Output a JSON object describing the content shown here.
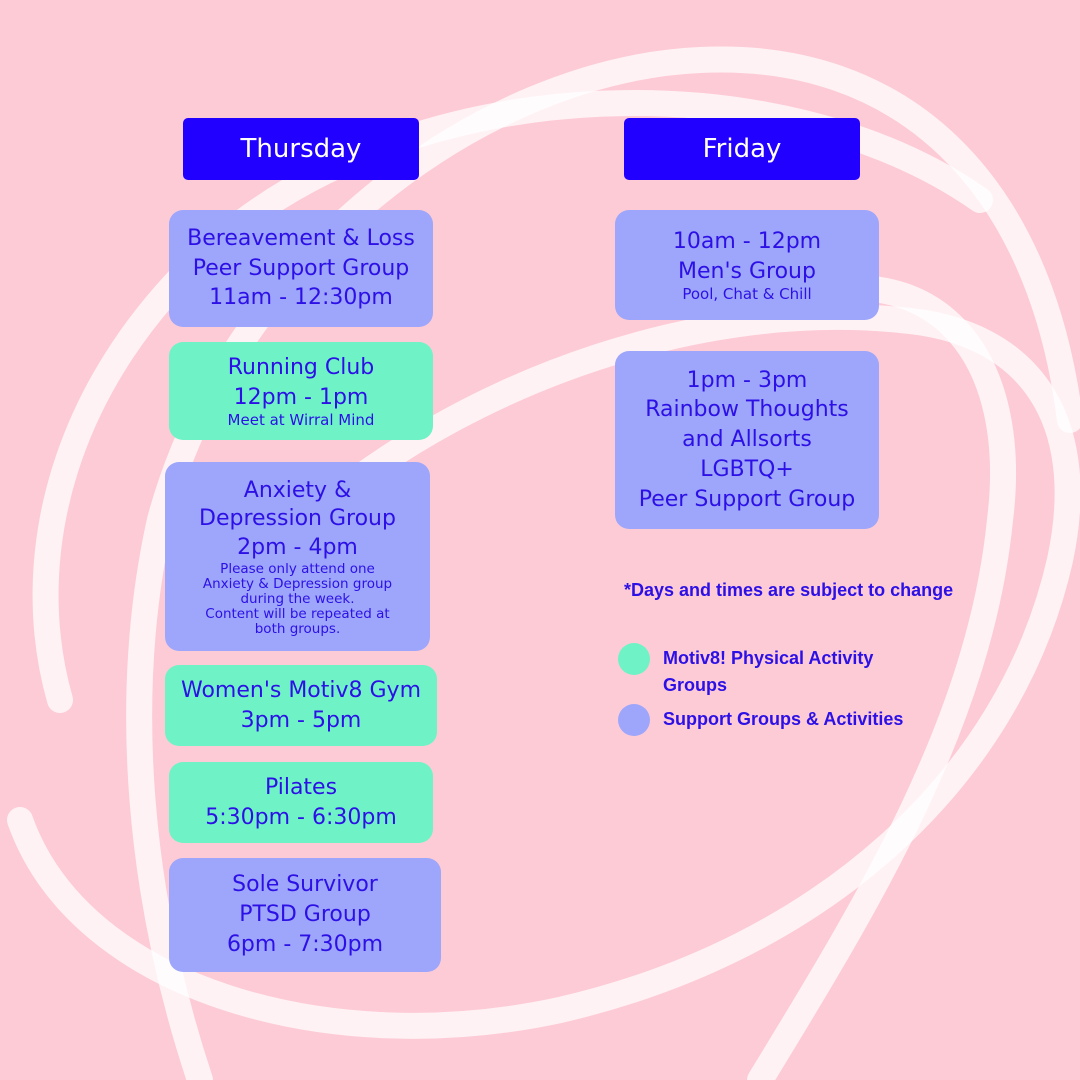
{
  "colors": {
    "background": "#fdcbd6",
    "header": "#2200ff",
    "support": "#9ea6fb",
    "physical": "#6ff3c6",
    "text": "#2c10e6"
  },
  "thursday": {
    "title": "Thursday",
    "cards": [
      {
        "lines": [
          "Bereavement & Loss",
          "Peer Support Group",
          "11am - 12:30pm"
        ]
      },
      {
        "lines": [
          "Running Club",
          "12pm - 1pm"
        ],
        "small": "Meet at Wirral Mind"
      },
      {
        "lines": [
          "Anxiety &",
          "Depression Group",
          "2pm - 4pm"
        ],
        "small": [
          "Please only attend one",
          "Anxiety & Depression group",
          "during the week.",
          "Content will be repeated at",
          "both groups."
        ]
      },
      {
        "lines": [
          "Women's Motiv8 Gym",
          "3pm - 5pm"
        ]
      },
      {
        "lines": [
          "Pilates",
          "5:30pm - 6:30pm"
        ]
      },
      {
        "lines": [
          "Sole Survivor",
          "PTSD Group",
          "6pm - 7:30pm"
        ]
      }
    ]
  },
  "friday": {
    "title": "Friday",
    "cards": [
      {
        "lines": [
          "10am - 12pm",
          "Men's Group"
        ],
        "small": "Pool, Chat & Chill"
      },
      {
        "lines": [
          "1pm - 3pm",
          "Rainbow Thoughts",
          "and Allsorts",
          "LGBTQ+",
          "Peer Support Group"
        ]
      }
    ]
  },
  "note": "*Days and times are subject to change",
  "legend": [
    {
      "lines": [
        "Motiv8! Physical Activity",
        "Groups"
      ],
      "color": "#6ff3c6"
    },
    {
      "lines": [
        "Support Groups & Activities"
      ],
      "color": "#9ea6fb"
    }
  ]
}
